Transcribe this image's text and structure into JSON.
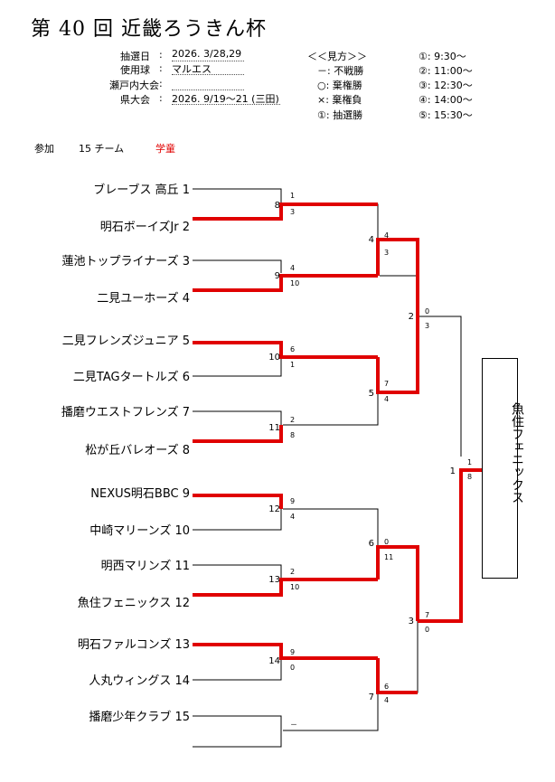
{
  "title": "第 40 回 近畿ろうきん杯",
  "info": [
    {
      "label": "抽選日",
      "value": "2026. 3/28,29"
    },
    {
      "label": "使用球",
      "value": "マルエス"
    },
    {
      "label": "瀬戸内大会",
      "value": ""
    },
    {
      "label": "県大会",
      "value": "2026. 9/19～21 (三田)"
    }
  ],
  "legend_title": "＜＜見方＞＞",
  "legend_items": [
    "－: 不戦勝",
    "○: 棄権勝",
    "×: 棄権負",
    "①: 抽選勝"
  ],
  "times": [
    "①:  9:30～",
    "②: 11:00～",
    "③: 12:30～",
    "④: 14:00～",
    "⑤: 15:30～"
  ],
  "participants": {
    "label": "参加",
    "count": "15 チーム",
    "category": "学童"
  },
  "teams": [
    "ブレーブス 高丘  1",
    "明石ボーイズJr  2",
    "蓮池トップライナーズ  3",
    "二見ユーホーズ  4",
    "二見フレンズジュニア  5",
    "二見TAGタートルズ  6",
    "播磨ウエストフレンズ  7",
    "松が丘バレオーズ  8",
    "NEXUS明石BBC  9",
    "中崎マリーンズ 10",
    "明西マリンズ 11",
    "魚住フェニックス 12",
    "明石ファルコンズ 13",
    "人丸ウィングス 14",
    "播磨少年クラブ 15"
  ],
  "champion": "魚住フェニックス",
  "colors": {
    "win": "#e00000",
    "line": "#000000",
    "category": "#e00000"
  },
  "matches": {
    "r1": [
      {
        "no": "8",
        "top": "1",
        "bot": "3"
      },
      {
        "no": "9",
        "top": "4",
        "bot": "10"
      },
      {
        "no": "10",
        "top": "6",
        "bot": "1"
      },
      {
        "no": "11",
        "top": "2",
        "bot": "8"
      },
      {
        "no": "12",
        "top": "9",
        "bot": "4"
      },
      {
        "no": "13",
        "top": "2",
        "bot": "10"
      },
      {
        "no": "14",
        "top": "9",
        "bot": "0"
      },
      {
        "no": "",
        "top": "",
        "bot": "－"
      }
    ],
    "r2": [
      {
        "no": "4",
        "top": "4",
        "bot": "3"
      },
      {
        "no": "5",
        "top": "7",
        "bot": "4"
      },
      {
        "no": "6",
        "top": "0",
        "bot": "11"
      },
      {
        "no": "7",
        "top": "6",
        "bot": "4"
      }
    ],
    "r3": [
      {
        "no": "2",
        "top": "0",
        "bot": "3"
      },
      {
        "no": "3",
        "top": "7",
        "bot": "0"
      }
    ],
    "final": {
      "no": "1",
      "top": "1",
      "bot": "8"
    }
  }
}
